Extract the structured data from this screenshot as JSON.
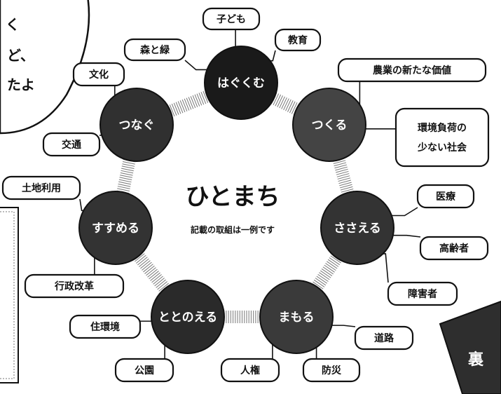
{
  "diagram": {
    "center": {
      "title": "ひとまち",
      "subtitle": "記載の取組は一例です"
    },
    "nodes": [
      {
        "id": "hagukumu",
        "label": "はぐくむ",
        "color": "#1a1a1a"
      },
      {
        "id": "tsukuru",
        "label": "つくる",
        "color": "#444444"
      },
      {
        "id": "sasaeru",
        "label": "ささえる",
        "color": "#333333"
      },
      {
        "id": "mamoru",
        "label": "まもる",
        "color": "#3a3a3a"
      },
      {
        "id": "totonoeru",
        "label": "ととのえる",
        "color": "#2a2a2a"
      },
      {
        "id": "susumeru",
        "label": "すすめる",
        "color": "#333333"
      },
      {
        "id": "tsunagu",
        "label": "つなぐ",
        "color": "#303030"
      }
    ],
    "tags": [
      {
        "id": "kodomo",
        "label": "子ども",
        "node": "hagukumu"
      },
      {
        "id": "kyouiku",
        "label": "教育",
        "node": "hagukumu"
      },
      {
        "id": "mori-to-midori",
        "label": "森と緑",
        "node": "hagukumu"
      },
      {
        "id": "nougyou",
        "label": "農業の新たな価値",
        "node": "tsukuru"
      },
      {
        "id": "kankyou-fuka",
        "label": "環境負荷の少ない社会",
        "node": "tsukuru"
      },
      {
        "id": "iryou",
        "label": "医療",
        "node": "sasaeru"
      },
      {
        "id": "koureisha",
        "label": "高齢者",
        "node": "sasaeru"
      },
      {
        "id": "shougaisha",
        "label": "障害者",
        "node": "sasaeru"
      },
      {
        "id": "douro",
        "label": "道路",
        "node": "mamoru"
      },
      {
        "id": "bousai",
        "label": "防災",
        "node": "mamoru"
      },
      {
        "id": "jinken",
        "label": "人権",
        "node": "mamoru"
      },
      {
        "id": "kouen",
        "label": "公園",
        "node": "totonoeru"
      },
      {
        "id": "jyuukankyou",
        "label": "住環境",
        "node": "totonoeru"
      },
      {
        "id": "gyousei-kaikaku",
        "label": "行政改革",
        "node": "susumeru"
      },
      {
        "id": "tochi-riyou",
        "label": "土地利用",
        "node": "susumeru"
      },
      {
        "id": "koutsuu",
        "label": "交通",
        "node": "tsunagu"
      },
      {
        "id": "bunka",
        "label": "文化",
        "node": "tsunagu"
      }
    ]
  },
  "bubble_fragments": [
    "く",
    "ど、",
    "たよ"
  ],
  "corner_card": {
    "text": "裏"
  }
}
